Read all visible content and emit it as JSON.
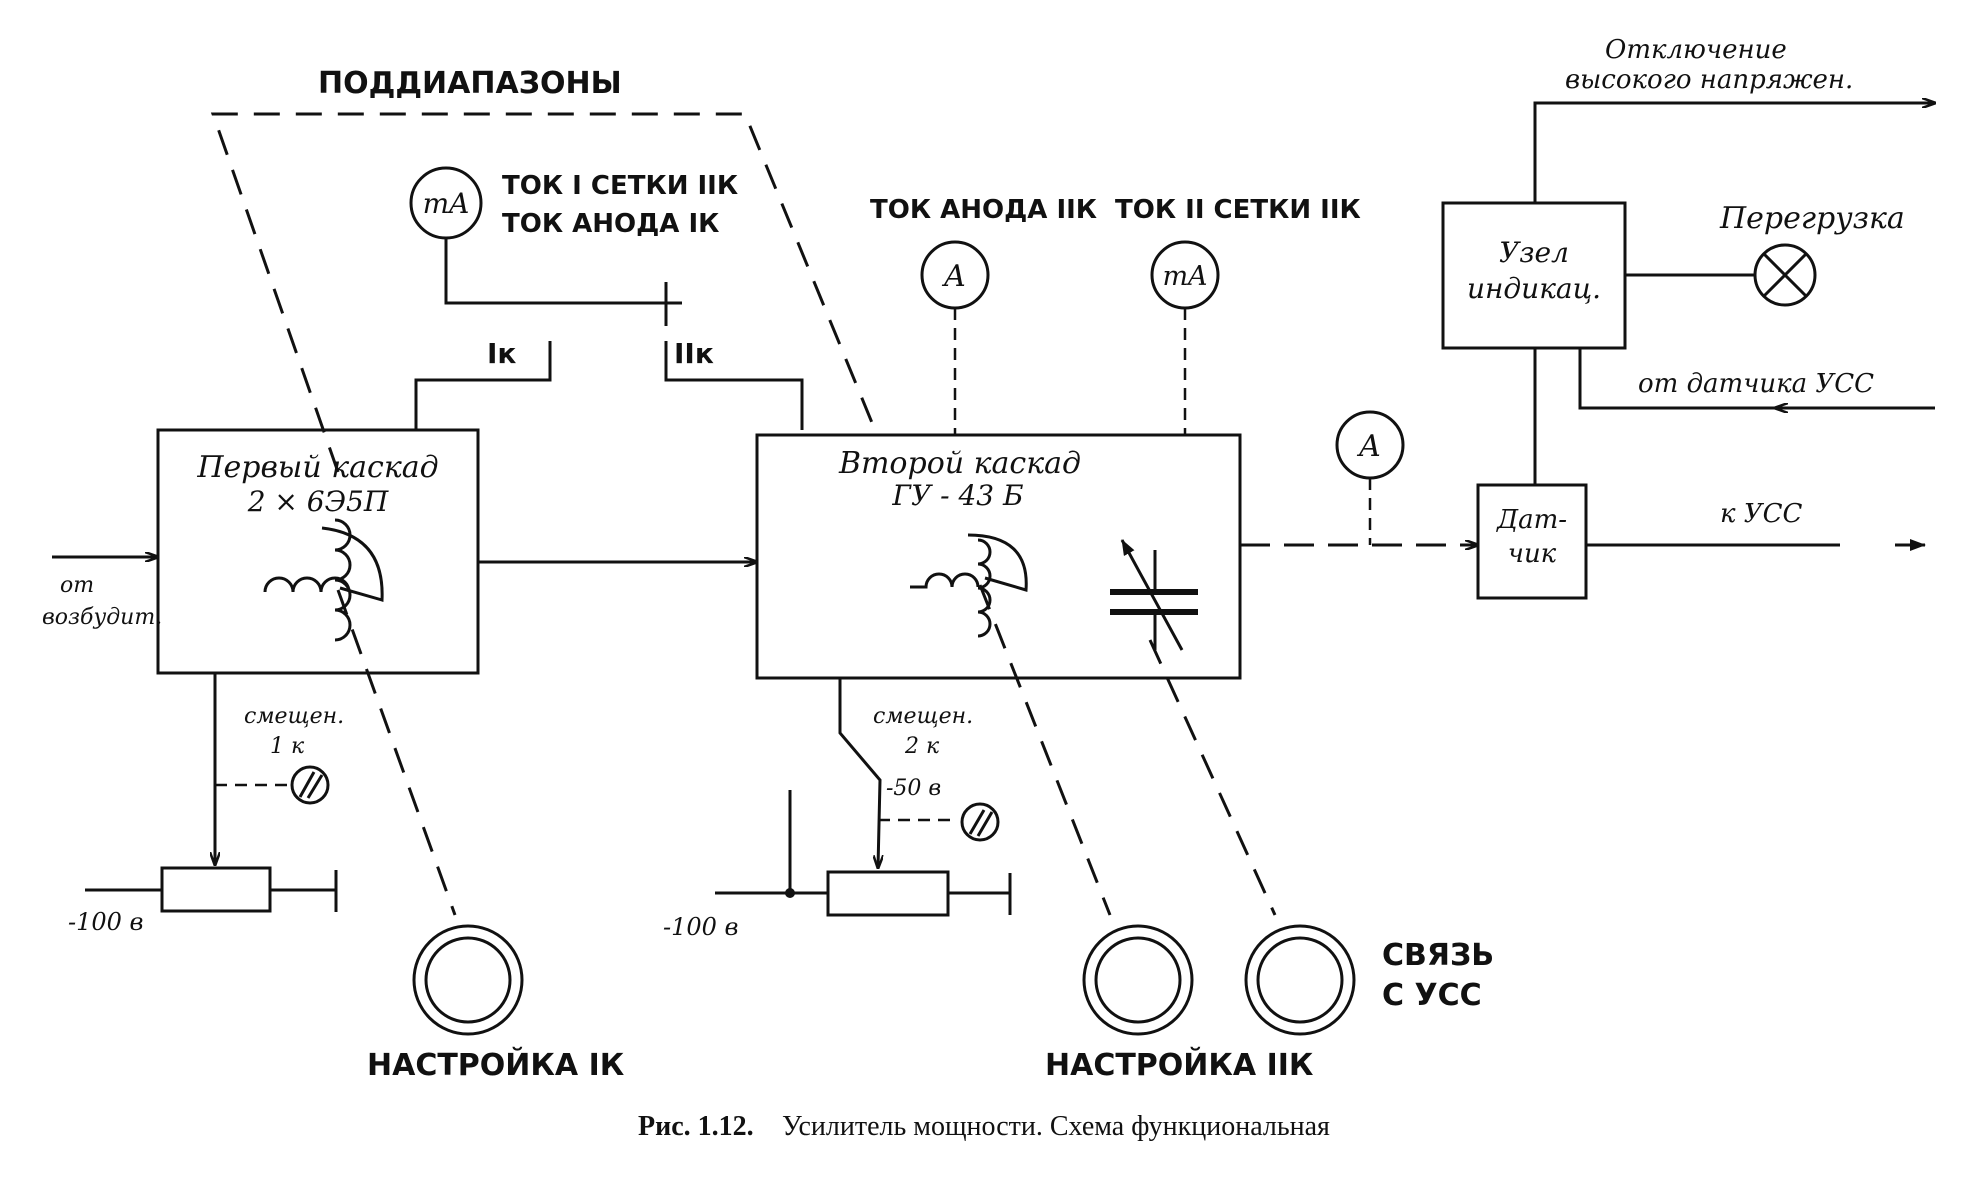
{
  "labels": {
    "subranges": "ПОДДИАПАЗОНЫ",
    "meter_grid1_anode1_line1": "ТОК I СЕТКИ IIК",
    "meter_grid1_anode1_line2": "ТОК АНОДА IК",
    "meter_anode2": "ТОК АНОДА IIК",
    "meter_grid2": "ТОК II СЕТКИ IIК",
    "switch_1k": "Iк",
    "switch_2k": "IIк",
    "disconnect_hv_line1": "Отключение",
    "disconnect_hv_line2": "высокого напряжен.",
    "overload": "Перегрузка",
    "from_sensor": "от датчика УСС",
    "to_usc": "к УСС",
    "from_exciter_line1": "от",
    "from_exciter_line2": "возбудит.",
    "bias1_line1": "смещен.",
    "bias1_line2": "1 к",
    "bias2_line1": "смещен.",
    "bias2_line2": "2 к",
    "minus50": "-50 в",
    "minus100_left": "-100 в",
    "minus100_right": "-100 в",
    "tuning_1k": "НАСТРОЙКА IК",
    "tuning_2k": "НАСТРОЙКА IIК",
    "coupling_line1": "СВЯЗЬ",
    "coupling_line2": "С УСС"
  },
  "meters": {
    "m1": "mA",
    "m2": "A",
    "m3": "mA",
    "m4": "A"
  },
  "blocks": {
    "stage1_line1": "Первый каскад",
    "stage1_line2": "2 × 6Э5П",
    "stage2_line1": "Второй каскад",
    "stage2_line2": "ГУ - 43 Б",
    "indicator_line1": "Узел",
    "indicator_line2": "индикац.",
    "sensor_line1": "Дат-",
    "sensor_line2": "чик"
  },
  "caption": {
    "prefix": "Рис. 1.12.",
    "text": "Усилитель мощности. Схема функциональная"
  }
}
